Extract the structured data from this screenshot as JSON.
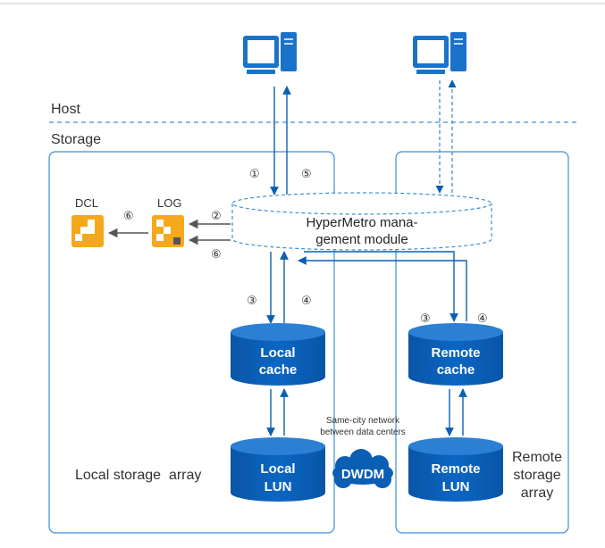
{
  "labels": {
    "host": "Host",
    "storage": "Storage",
    "dcl": "DCL",
    "log": "LOG",
    "module_line1": "HyperMetro mana-",
    "module_line2": "gement module",
    "local_cache_1": "Local",
    "local_cache_2": "cache",
    "remote_cache_1": "Remote",
    "remote_cache_2": "cache",
    "local_lun_1": "Local",
    "local_lun_2": "LUN",
    "remote_lun_1": "Remote",
    "remote_lun_2": "LUN",
    "dwdm": "DWDM",
    "network_1": "Same-city network",
    "network_2": "between data centers",
    "local_array": "Local storage  array",
    "remote_array_1": "Remote",
    "remote_array_2": "storage",
    "remote_array_3": "array"
  },
  "steps": {
    "s1": "①",
    "s2": "②",
    "s3_local": "③",
    "s3_remote": "③",
    "s4_local": "④",
    "s4_remote": "④",
    "s5": "⑤",
    "s6_dcl": "⑥",
    "s6_log": "⑥"
  },
  "colors": {
    "primary": "#0a5fb4",
    "icon": "#1a73c9",
    "log_orange": "#f6a81c",
    "dashed": "#3d8fd6"
  }
}
